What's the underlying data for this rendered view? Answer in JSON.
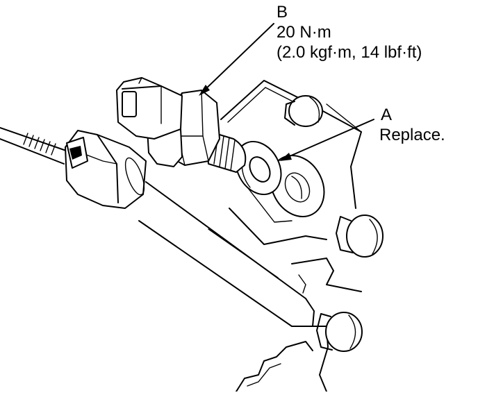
{
  "callout_b": {
    "letter": "B",
    "torque": "20 N·m",
    "torque_alt": "(2.0 kgf·m, 14 lbf·ft)"
  },
  "callout_a": {
    "letter": "A",
    "note": "Replace."
  }
}
